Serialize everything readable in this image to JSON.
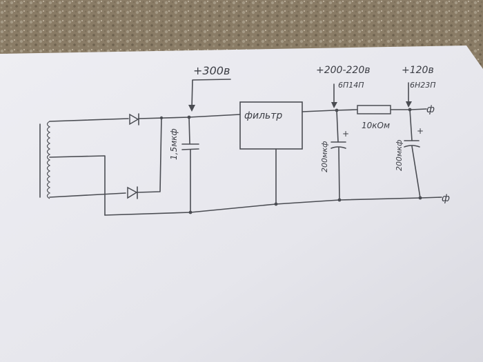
{
  "labels": {
    "v300": "+300в",
    "v200": "+200-220в",
    "v120": "+120в",
    "tube1": "6П14П",
    "tube2": "6Н23П",
    "filter": "фильтр",
    "c1": "1,5мкф",
    "c2": "200мкф",
    "c3": "200мкф",
    "resistor": "10кОм",
    "out_top": "ф",
    "out_bottom": "ф",
    "plus2": "+",
    "plus3": "+"
  },
  "colors": {
    "table": "#8a7c66",
    "paper": "#e9e9ee",
    "ink": "#3b3d44"
  }
}
